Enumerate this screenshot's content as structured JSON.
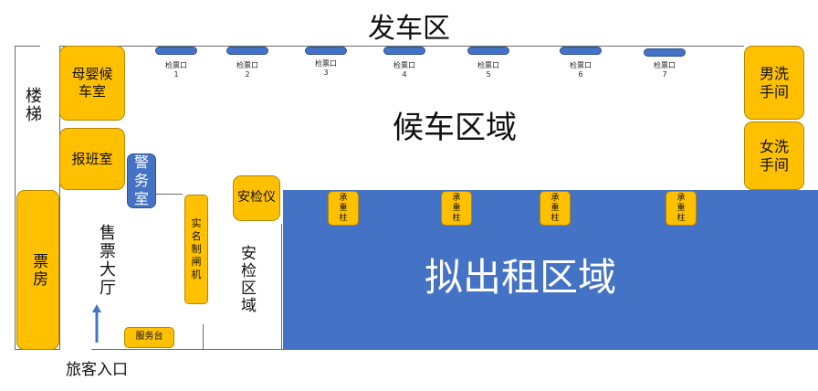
{
  "title": "发车区",
  "stairs": "楼梯",
  "waiting_area": "候车区域",
  "taxi_area": "拟出租区域",
  "ticket_hall": "售票大厅",
  "security_area": "安检区域",
  "entrance": "旅客入口",
  "rooms": {
    "mother_baby": "母婴候车室",
    "dispatch": "报班室",
    "police": "警务室",
    "security_scanner": "安检仪",
    "real_name_gate": "实名制闸机",
    "ticket_office": "票房",
    "service_desk": "服务台",
    "mens_restroom": "男洗手间",
    "womens_restroom": "女洗手间"
  },
  "gates": [
    {
      "label": "检票口",
      "num": "1"
    },
    {
      "label": "检票口",
      "num": "2"
    },
    {
      "label": "检票口",
      "num": "3"
    },
    {
      "label": "检票口",
      "num": "4"
    },
    {
      "label": "检票口",
      "num": "5"
    },
    {
      "label": "检票口",
      "num": "6"
    },
    {
      "label": "检票口",
      "num": "7"
    }
  ],
  "pillars": [
    "承重柱",
    "承重柱",
    "承重柱",
    "承重柱"
  ],
  "colors": {
    "blue": "#4472c4",
    "yellow": "#ffc000"
  }
}
